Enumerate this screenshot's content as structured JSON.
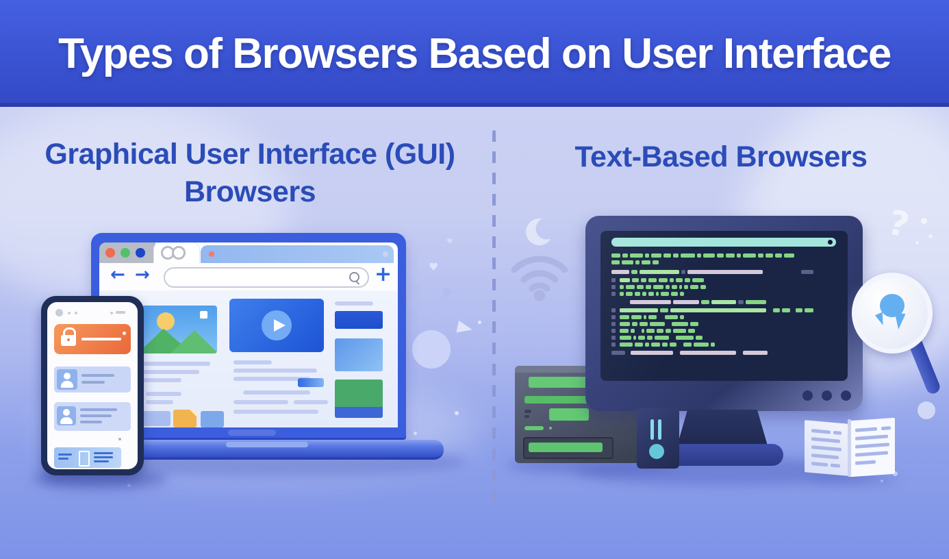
{
  "header": {
    "title": "Types of Browsers Based on User Interface"
  },
  "sections": {
    "left": {
      "heading_line1": "Graphical User Interface (GUI)",
      "heading_line2": "Browsers"
    },
    "right": {
      "heading": "Text-Based Browsers"
    }
  },
  "gui_browser": {
    "back_glyph": "←",
    "forward_glyph": "→",
    "new_tab_glyph": "+",
    "address_value": ""
  },
  "decorations": {
    "question_mark": "?",
    "heart": "♥"
  },
  "colors": {
    "header_bg": "#3C55D4",
    "section_heading": "#2B4CB8",
    "background_top": "#CDD4F4",
    "background_bottom": "#7E93E8",
    "divider": "#8D98D6",
    "laptop_frame": "#3A5EDE",
    "browser_accent_blue": "#2E5ED6",
    "video_blue": "#2A63DF",
    "sidebar_green_block": "#49A96A",
    "phone_banner_orange": "#EE7A45",
    "phone_frame": "#1E2E57",
    "monitor_bezel": "#39437A",
    "terminal_background": "#1A2546",
    "terminal_green": "#85D584",
    "terminal_pink": "#D4C9DA",
    "terminal_address_bar_teal": "#A4E5DC",
    "server_green": "#63C973",
    "tower_cyan": "#86D8EA"
  },
  "terminal": {
    "palette": {
      "g": "#85d584",
      "G": "#a9e6a2",
      "p": "#d4c9da",
      "s": "#59618a",
      "x": "transparent"
    },
    "rows": [
      {
        "bullet": false,
        "gap": 0,
        "segments": [
          "g13",
          "g8",
          "g19",
          "g6",
          "g15",
          "g11",
          "g8",
          "g21",
          "g6",
          "g17",
          "g10",
          "g13",
          "g6",
          "g19",
          "g8",
          "g11",
          "g10",
          "g15"
        ]
      },
      {
        "bullet": false,
        "gap": 0,
        "segments": [
          "g12",
          "g17",
          "g6",
          "g13",
          "g9"
        ]
      },
      {
        "bullet": false,
        "gap": 8,
        "segments": [
          "p26",
          "g9",
          "G58",
          "s6",
          "p110",
          "x50",
          "s18"
        ]
      },
      {
        "bullet": true,
        "gap": 6,
        "segments": [
          "G15",
          "g10",
          "g8",
          "g12",
          "g13",
          "g6",
          "g10",
          "g8",
          "g17"
        ]
      },
      {
        "bullet": true,
        "gap": 0,
        "segments": [
          "g6",
          "g13",
          "g10",
          "g8",
          "g15",
          "g6",
          "g8",
          "g4",
          "g6",
          "g12",
          "g8"
        ]
      },
      {
        "bullet": true,
        "gap": 0,
        "segments": [
          "g6",
          "g10",
          "g8",
          "g6",
          "g8",
          "g4",
          "g12",
          "g10",
          "g6"
        ]
      },
      {
        "bullet": false,
        "gap": 6,
        "segments": [
          "x24",
          "p60",
          "p38",
          "g12",
          "G36",
          "s8",
          "g30"
        ]
      },
      {
        "bullet": true,
        "gap": 6,
        "segments": [
          "G56",
          "g12",
          "G140",
          "x4",
          "g10",
          "g12",
          "x2",
          "g10",
          "g13"
        ]
      },
      {
        "bullet": true,
        "gap": 4,
        "segments": [
          "g14",
          "g15",
          "g4",
          "g12",
          "x6",
          "g19",
          "g6"
        ]
      },
      {
        "bullet": true,
        "gap": 0,
        "segments": [
          "g15",
          "g8",
          "g12",
          "g22",
          "x4",
          "g24",
          "g12"
        ]
      },
      {
        "bullet": true,
        "gap": 0,
        "segments": [
          "g13",
          "g6",
          "x4",
          "g4",
          "g12",
          "g10",
          "g8",
          "g19",
          "g10"
        ]
      },
      {
        "bullet": true,
        "gap": 0,
        "segments": [
          "g17",
          "g4",
          "g10",
          "g8",
          "g21",
          "x4",
          "g26",
          "g10"
        ]
      },
      {
        "bullet": true,
        "gap": 0,
        "segments": [
          "g19",
          "g12",
          "g6",
          "g13",
          "g8",
          "g10",
          "x4",
          "g12",
          "g22",
          "g6"
        ]
      },
      {
        "bullet": false,
        "gap": 6,
        "segments": [
          "s20",
          "x2",
          "p62",
          "x4",
          "p82",
          "x4",
          "p36"
        ]
      }
    ]
  }
}
